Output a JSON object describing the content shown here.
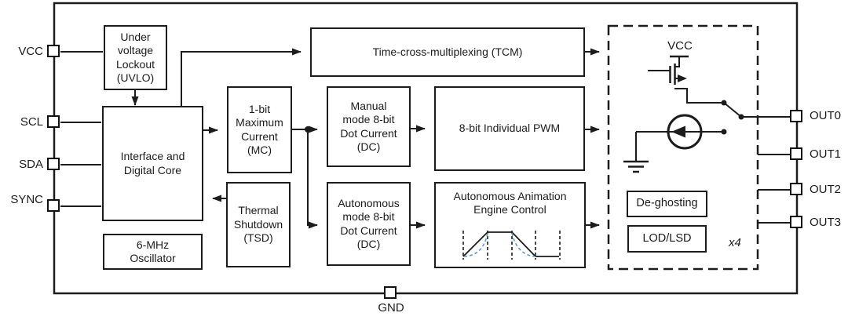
{
  "figure": {
    "pins": {
      "vcc": "VCC",
      "scl": "SCL",
      "sda": "SDA",
      "sync": "SYNC",
      "gnd": "GND",
      "out0": "OUT0",
      "out1": "OUT1",
      "out2": "OUT2",
      "out3": "OUT3"
    },
    "blocks": {
      "uvlo": "Under\nvoltage\nLockout\n(UVLO)",
      "interface": "Interface and\nDigital Core",
      "oscillator": "6-MHz\nOscillator",
      "mc": "1-bit\nMaximum\nCurrent\n(MC)",
      "tsd": "Thermal\nShutdown\n(TSD)",
      "manual_dc": "Manual\nmode 8-bit\nDot Current\n(DC)",
      "auto_dc": "Autonomous\nmode 8-bit\nDot Current\n(DC)",
      "tcm": "Time-cross-multiplexing (TCM)",
      "pwm": "8-bit Individual PWM",
      "animation": "Autonomous Animation\nEngine Control",
      "deghosting": "De-ghosting",
      "lod_lsd": "LOD/LSD"
    },
    "output_stage": {
      "supply_label": "VCC",
      "multiplier_label": "x4"
    },
    "colors": {
      "line": "#1c1c1c",
      "animation_curve": "#5b9bd5"
    }
  }
}
